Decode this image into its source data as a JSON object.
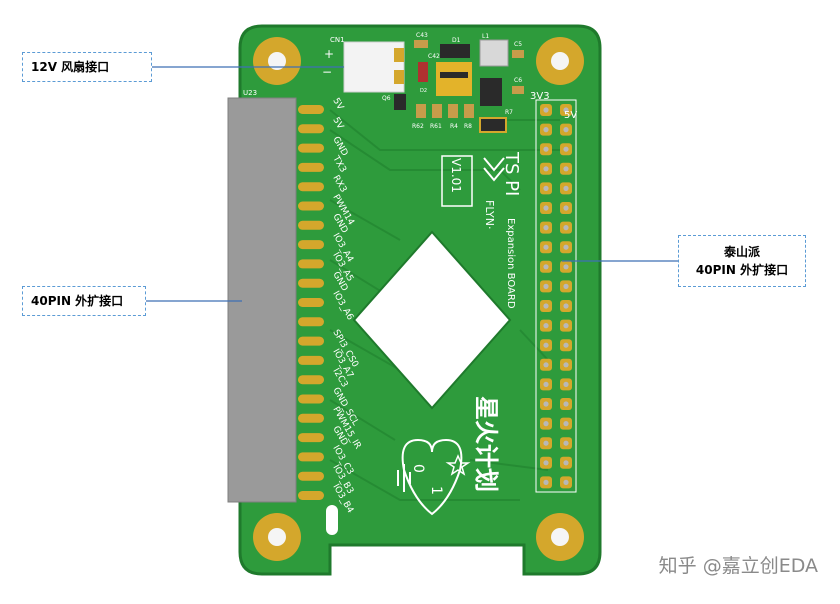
{
  "callouts": {
    "fan": "12V 风扇接口",
    "left_header": "40PIN 外扩接口",
    "right_title": "泰山派",
    "right_header": "40PIN 外扩接口"
  },
  "board": {
    "silk_labels": {
      "cn1": "CN1",
      "plus": "+",
      "minus": "−",
      "u23": "U23",
      "c43": "C43",
      "c42": "C42",
      "d1": "D1",
      "d2": "D2",
      "l1": "L1",
      "c5": "C5",
      "c6": "C6",
      "r7": "R7",
      "q6": "Q6",
      "r62": "R62",
      "r61": "R61",
      "r4": "R4",
      "r8": "R8",
      "v3v3": "3V3",
      "v5v": "5V",
      "version": "V1.01",
      "ts_pi": "TS PI",
      "flyn": "FLYN·",
      "expansion": "Expansion BOARD",
      "brand": "星火计划",
      "heart_0": "0",
      "heart_1": "1"
    },
    "pin_labels": [
      "5V",
      "5V",
      "GND",
      "TX3",
      "RX3",
      "PWM14",
      "GND",
      "IO3_A4",
      "IO3_A5",
      "GND",
      "IO3_A6",
      "",
      "SPI3_CS0",
      "IO3_A7",
      "I2C3",
      "GND_SCL",
      "PWM15_IR",
      "GND",
      "IO3_C3",
      "IO3_B3",
      "IO3_B4"
    ],
    "colors": {
      "pcb": "#2e9b3c",
      "pcb_edge": "#1f7a2c",
      "gold": "#d4a72c",
      "connector": "#9a9a9a",
      "silk": "#ffffff"
    }
  },
  "watermark": "知乎 @嘉立创EDA"
}
